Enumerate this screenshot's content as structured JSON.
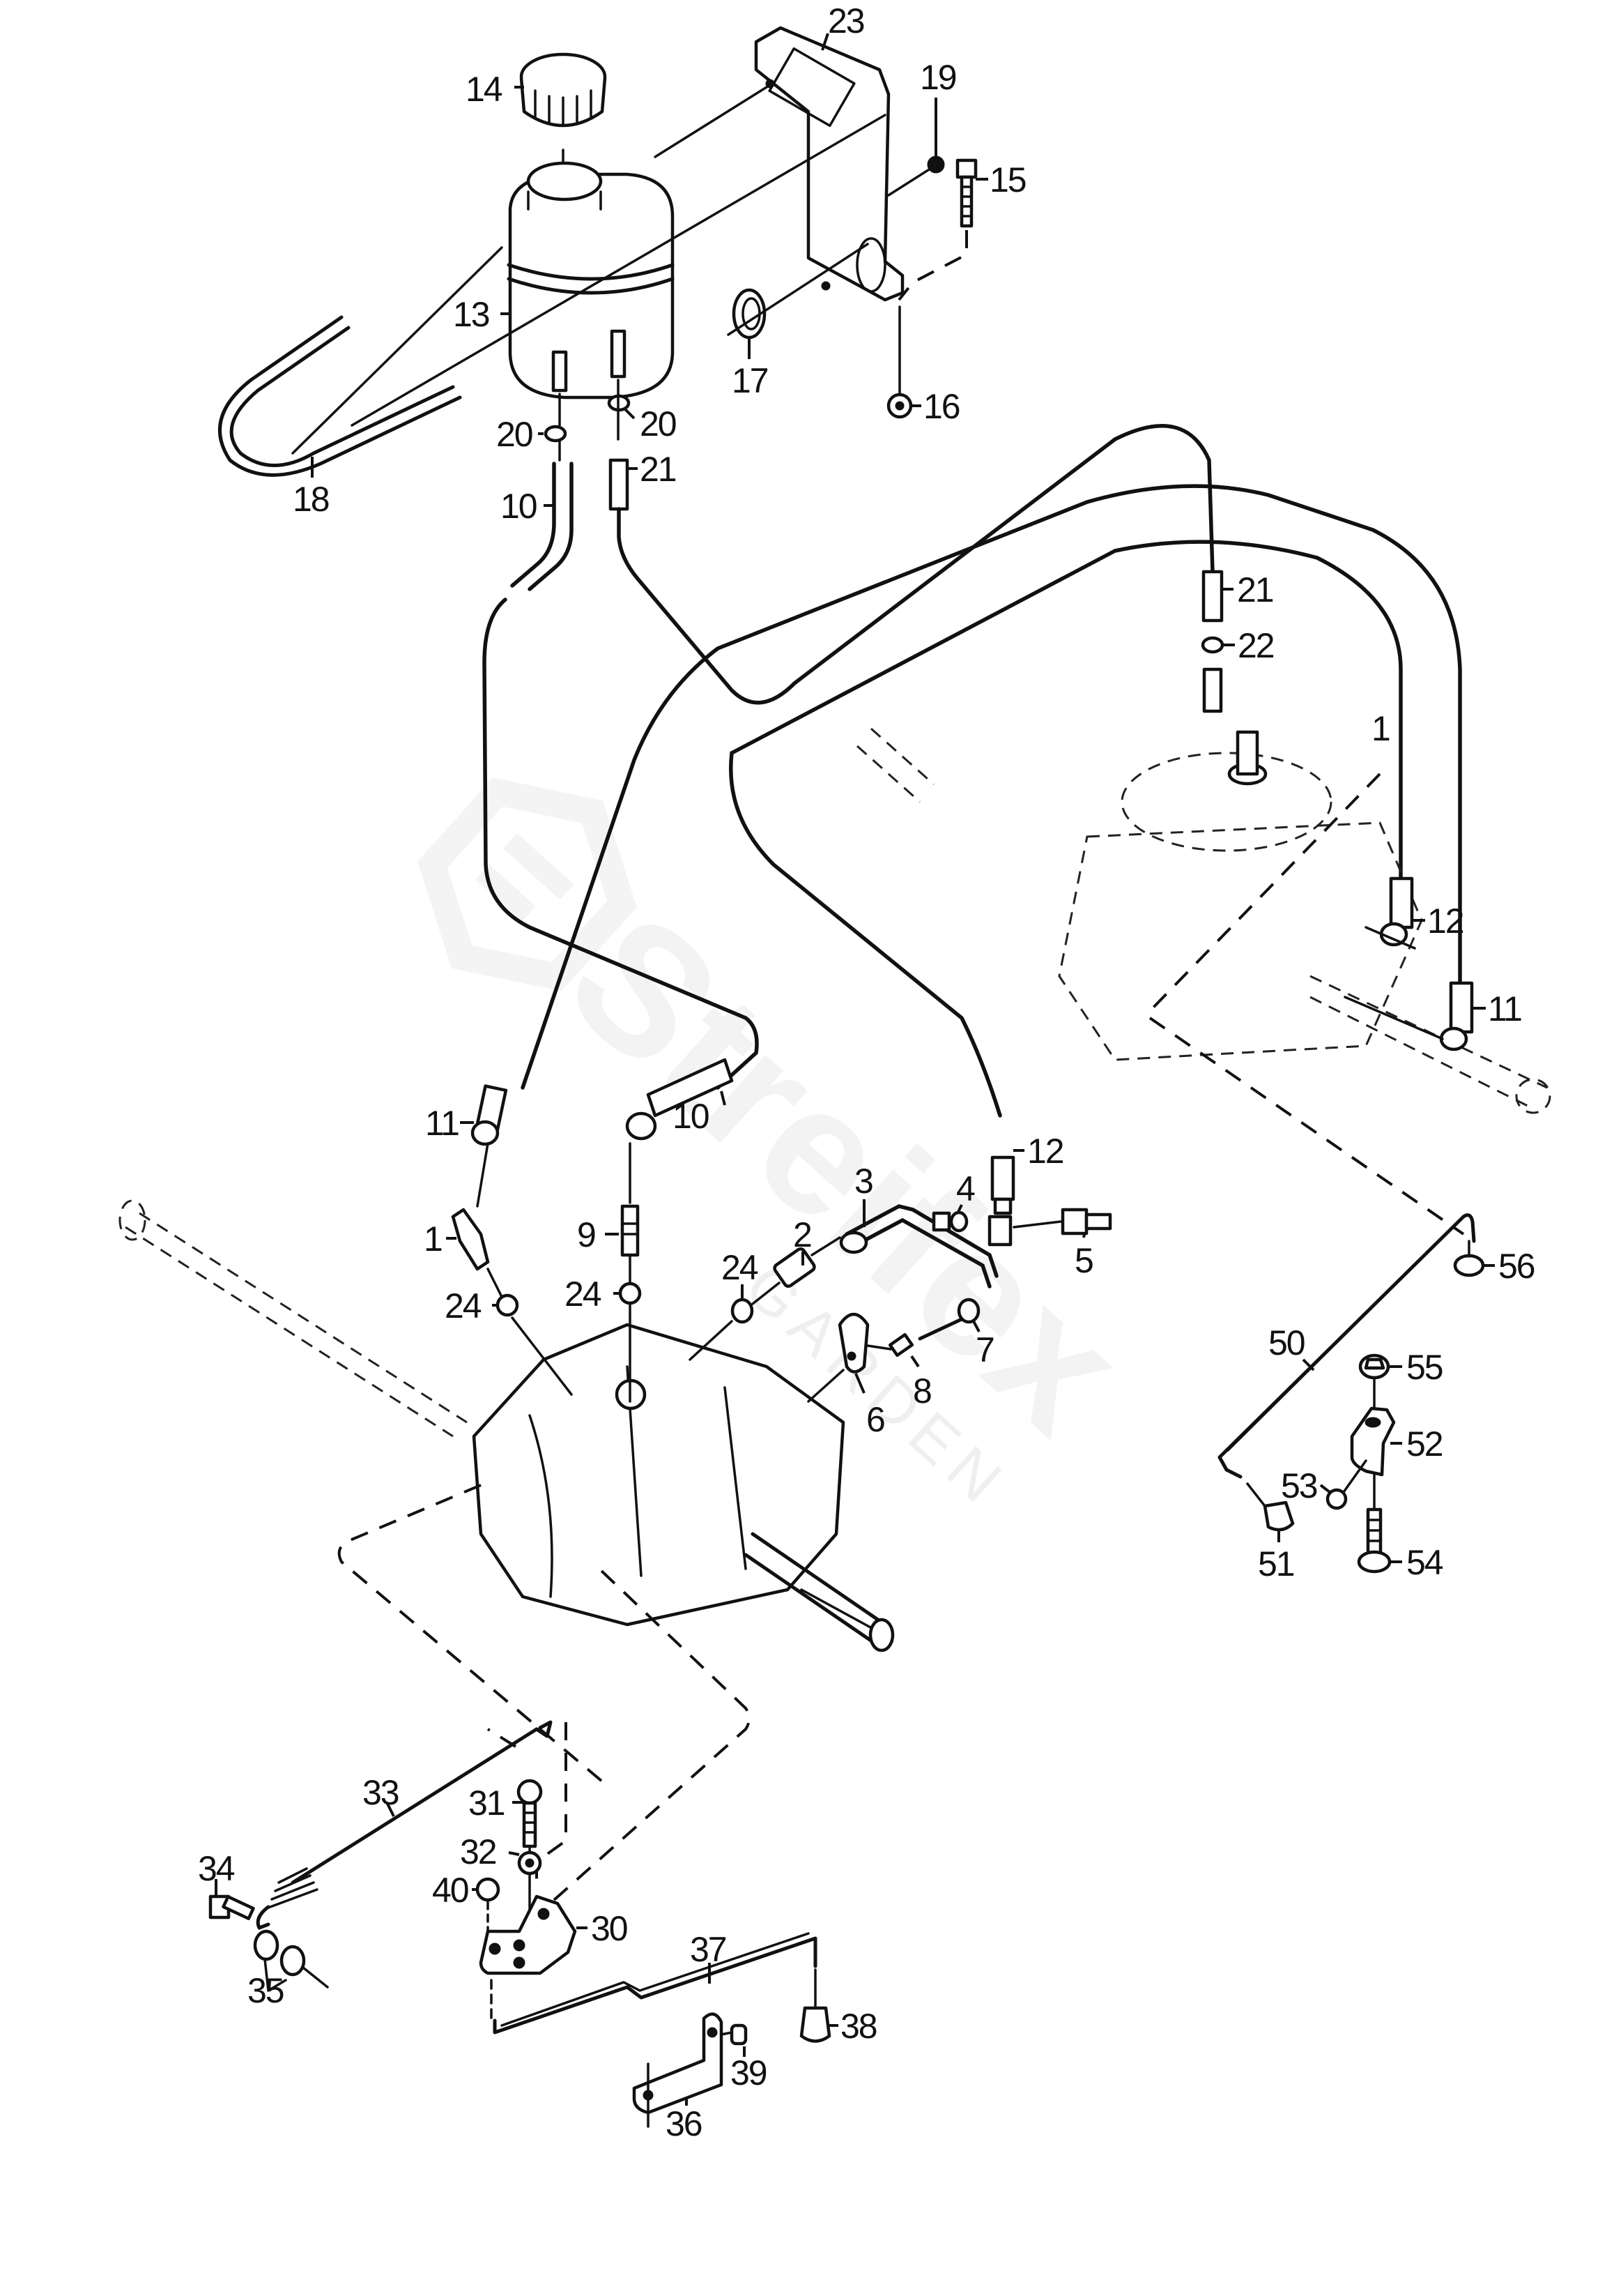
{
  "diagram": {
    "type": "exploded-parts-diagram",
    "subject": "Hydrostatic transaxle oil reservoir, hoses and linkage",
    "watermark": {
      "brand": "Streifex",
      "subtitle": "GARDEN"
    },
    "callouts": [
      {
        "id": "c23",
        "label": "23",
        "part": "reservoir-bracket"
      },
      {
        "id": "c14",
        "label": "14",
        "part": "reservoir-cap"
      },
      {
        "id": "c19",
        "label": "19",
        "part": "nut"
      },
      {
        "id": "c15",
        "label": "15",
        "part": "bolt"
      },
      {
        "id": "c13",
        "label": "13",
        "part": "oil-reservoir"
      },
      {
        "id": "c17",
        "label": "17",
        "part": "grommet"
      },
      {
        "id": "c16",
        "label": "16",
        "part": "flange-nut"
      },
      {
        "id": "c18",
        "label": "18",
        "part": "u-bolt"
      },
      {
        "id": "c20a",
        "label": "20",
        "part": "hose-clamp"
      },
      {
        "id": "c20b",
        "label": "20",
        "part": "hose-clamp"
      },
      {
        "id": "c10a",
        "label": "10",
        "part": "hose"
      },
      {
        "id": "c21a",
        "label": "21",
        "part": "hose"
      },
      {
        "id": "c21b",
        "label": "21",
        "part": "hose"
      },
      {
        "id": "c22",
        "label": "22",
        "part": "hose-clamp"
      },
      {
        "id": "c1a",
        "label": "1",
        "part": "transaxle-right"
      },
      {
        "id": "c12a",
        "label": "12",
        "part": "hydraulic-line"
      },
      {
        "id": "c11a",
        "label": "11",
        "part": "hydraulic-line"
      },
      {
        "id": "c11b",
        "label": "11",
        "part": "hydraulic-line"
      },
      {
        "id": "c10b",
        "label": "10",
        "part": "hose"
      },
      {
        "id": "c12b",
        "label": "12",
        "part": "hydraulic-line"
      },
      {
        "id": "c1b",
        "label": "1",
        "part": "elbow-fitting"
      },
      {
        "id": "c9",
        "label": "9",
        "part": "fitting"
      },
      {
        "id": "c3",
        "label": "3",
        "part": "tube"
      },
      {
        "id": "c2",
        "label": "2",
        "part": "fitting"
      },
      {
        "id": "c4",
        "label": "4",
        "part": "o-ring"
      },
      {
        "id": "c5",
        "label": "5",
        "part": "fitting"
      },
      {
        "id": "c24a",
        "label": "24",
        "part": "o-ring"
      },
      {
        "id": "c24b",
        "label": "24",
        "part": "o-ring"
      },
      {
        "id": "c24c",
        "label": "24",
        "part": "o-ring"
      },
      {
        "id": "c7",
        "label": "7",
        "part": "bolt"
      },
      {
        "id": "c8",
        "label": "8",
        "part": "spacer"
      },
      {
        "id": "c6",
        "label": "6",
        "part": "clamp"
      },
      {
        "id": "c50",
        "label": "50",
        "part": "rod"
      },
      {
        "id": "c56",
        "label": "56",
        "part": "lock-washer"
      },
      {
        "id": "c55",
        "label": "55",
        "part": "nut"
      },
      {
        "id": "c52",
        "label": "52",
        "part": "bracket"
      },
      {
        "id": "c53",
        "label": "53",
        "part": "nut"
      },
      {
        "id": "c51",
        "label": "51",
        "part": "cap"
      },
      {
        "id": "c54",
        "label": "54",
        "part": "bolt"
      },
      {
        "id": "c33",
        "label": "33",
        "part": "spring-rod"
      },
      {
        "id": "c31",
        "label": "31",
        "part": "bolt"
      },
      {
        "id": "c32",
        "label": "32",
        "part": "washer"
      },
      {
        "id": "c34",
        "label": "34",
        "part": "bolt"
      },
      {
        "id": "c40",
        "label": "40",
        "part": "lock-washer"
      },
      {
        "id": "c30",
        "label": "30",
        "part": "lever-bracket"
      },
      {
        "id": "c35",
        "label": "35",
        "part": "bushing-nut"
      },
      {
        "id": "c37",
        "label": "37",
        "part": "rod"
      },
      {
        "id": "c38",
        "label": "38",
        "part": "cap"
      },
      {
        "id": "c39",
        "label": "39",
        "part": "nut"
      },
      {
        "id": "c36",
        "label": "36",
        "part": "bracket"
      }
    ]
  }
}
